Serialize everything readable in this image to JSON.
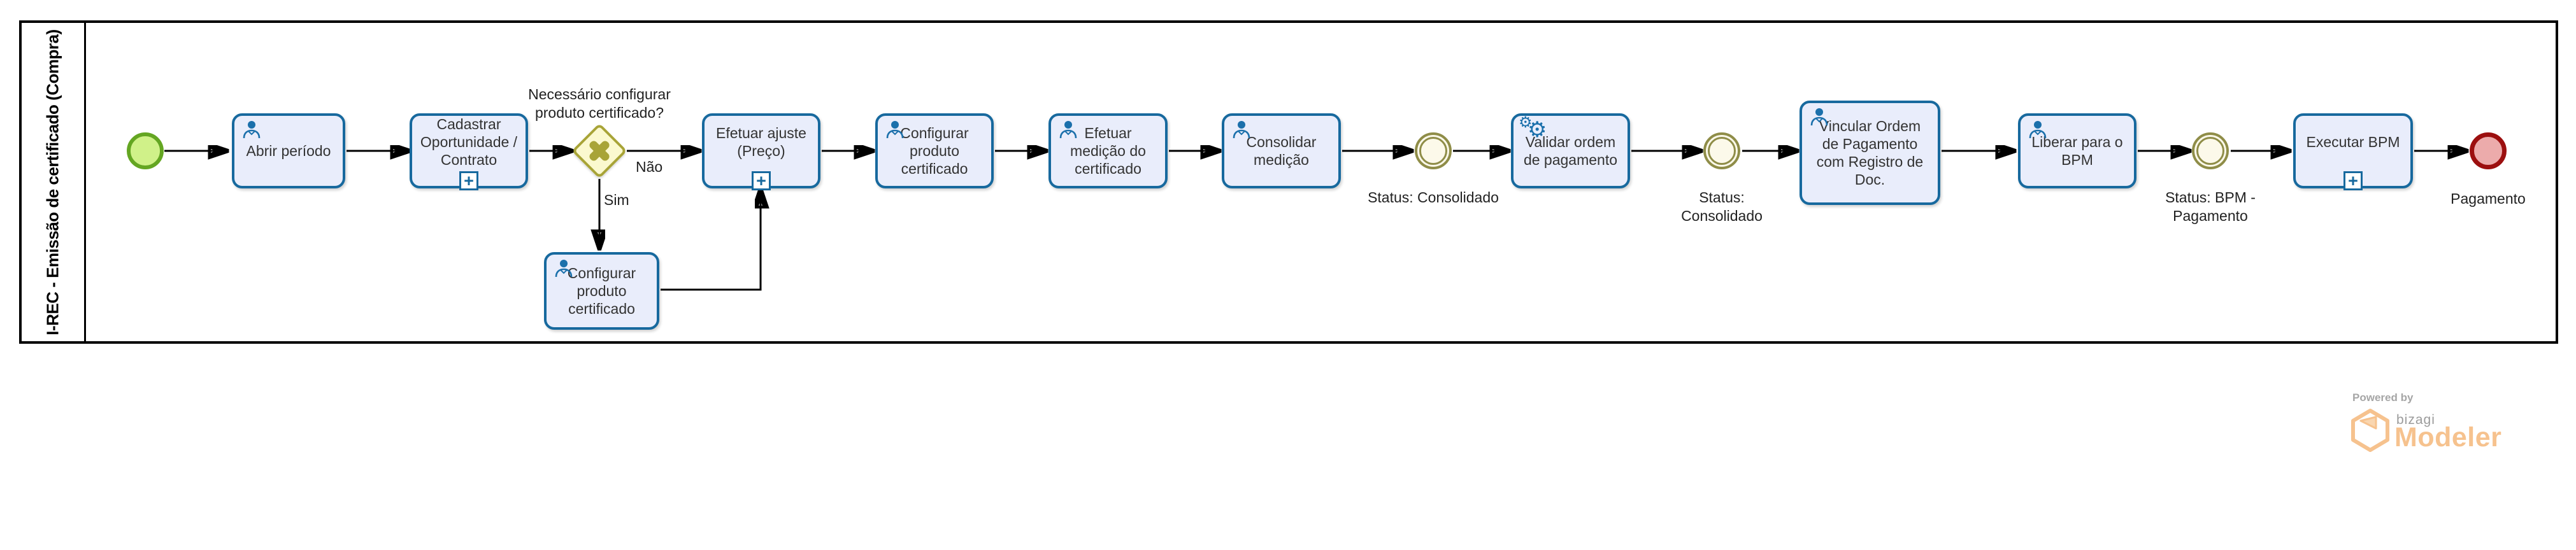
{
  "pool": {
    "title": "I-REC - Emissão de certificado (Compra)"
  },
  "tasks": {
    "abrir_periodo": "Abrir período",
    "cadastrar_oportunidade": "Cadastrar Oportunidade / Contrato",
    "efetuar_ajuste": "Efetuar ajuste (Preço)",
    "configurar_produto_sim": "Configurar produto certificado",
    "configurar_produto": "Configurar produto certificado",
    "efetuar_medicao": "Efetuar medição do certificado",
    "consolidar_medicao": "Consolidar medição",
    "validar_ordem": "Validar ordem de pagamento",
    "vincular_ordem": "Vincular Ordem de Pagamento com Registro de Doc.",
    "liberar_bpm": "Liberar para o BPM",
    "executar_bpm": "Executar BPM"
  },
  "gateway": {
    "question": "Necessário configurar produto certificado?",
    "no": "Não",
    "yes": "Sim"
  },
  "event_labels": {
    "status_consolidado_1": "Status: Consolidado",
    "status_consolidado_2": "Status: Consolidado",
    "status_bpm_pagamento": "Status: BPM - Pagamento",
    "pagamento": "Pagamento"
  },
  "markers": {
    "subprocess_plus": "+"
  },
  "icons": {
    "gear": "⚙"
  },
  "branding": {
    "powered_by": "Powered by",
    "brand": "bizagi",
    "product": "Modeler"
  },
  "colors": {
    "task_border": "#17699e",
    "task_fill": "#e9edfb",
    "gateway_border": "#a8a437",
    "gateway_fill": "#fbf9cf",
    "intermediate_event": "#8f8d48",
    "intermediate_fill": "#fcf9ea",
    "start_fill": "#d0f189",
    "start_border": "#64a622",
    "end_fill": "#ecabab",
    "end_border": "#9c0f0f",
    "brand_orange": "#f6c28e"
  }
}
